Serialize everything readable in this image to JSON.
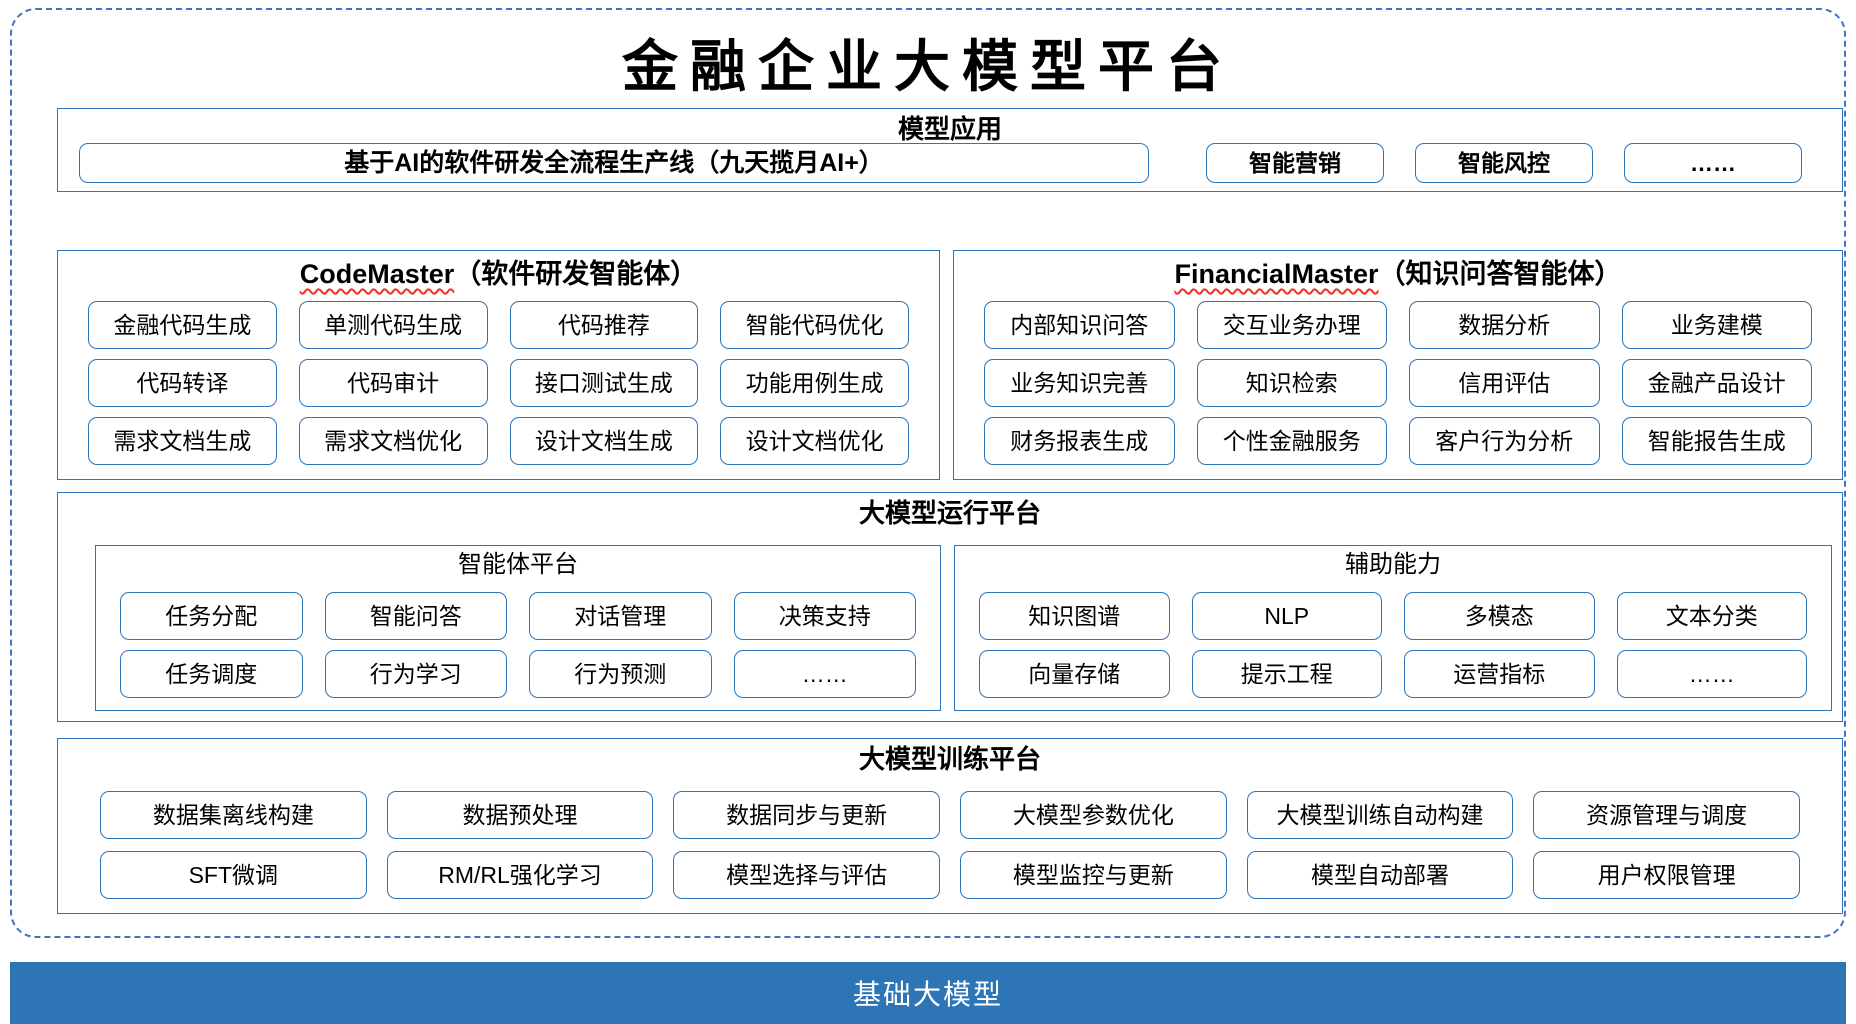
{
  "title": "金融企业大模型平台",
  "colors": {
    "section_border": "#2E75B6",
    "node_border": "#2E75B6",
    "dashed_frame": "#4472C4",
    "footer_bg": "#2E75B6",
    "squiggle_red": "#EE3124"
  },
  "sections": {
    "model_app": {
      "header": "模型应用",
      "wide_item": "基于AI的软件研发全流程生产线（九天揽月AI+）",
      "items": [
        "智能营销",
        "智能风控",
        "……"
      ]
    },
    "code_master": {
      "header_en": "CodeMaster",
      "header_zh": "（软件研发智能体）",
      "items": [
        "金融代码生成",
        "单测代码生成",
        "代码推荐",
        "智能代码优化",
        "代码转译",
        "代码审计",
        "接口测试生成",
        "功能用例生成",
        "需求文档生成",
        "需求文档优化",
        "设计文档生成",
        "设计文档优化"
      ]
    },
    "financial_master": {
      "header_en": "FinancialMaster",
      "header_zh": "（知识问答智能体）",
      "items": [
        "内部知识问答",
        "交互业务办理",
        "数据分析",
        "业务建模",
        "业务知识完善",
        "知识检索",
        "信用评估",
        "金融产品设计",
        "财务报表生成",
        "个性金融服务",
        "客户行为分析",
        "智能报告生成"
      ]
    },
    "runtime": {
      "header": "大模型运行平台",
      "agent_platform": {
        "header": "智能体平台",
        "items": [
          "任务分配",
          "智能问答",
          "对话管理",
          "决策支持",
          "任务调度",
          "行为学习",
          "行为预测",
          "……"
        ]
      },
      "aux": {
        "header": "辅助能力",
        "items": [
          "知识图谱",
          "NLP",
          "多模态",
          "文本分类",
          "向量存储",
          "提示工程",
          "运营指标",
          "……"
        ]
      }
    },
    "training": {
      "header": "大模型训练平台",
      "items": [
        "数据集离线构建",
        "数据预处理",
        "数据同步与更新",
        "大模型参数优化",
        "大模型训练自动构建",
        "资源管理与调度",
        "SFT微调",
        "RM/RL强化学习",
        "模型选择与评估",
        "模型监控与更新",
        "模型自动部署",
        "用户权限管理"
      ]
    },
    "footer": {
      "label": "基础大模型"
    }
  }
}
